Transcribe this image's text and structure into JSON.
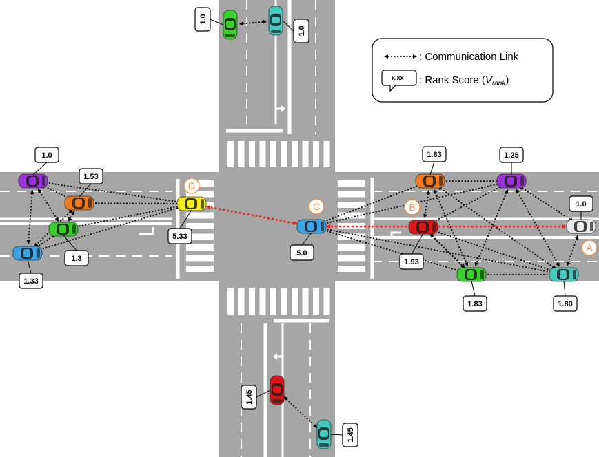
{
  "legend": {
    "comm_link": ": Communication Link",
    "rank_sample": "x.xx",
    "rank_label": ": Rank Score (",
    "rank_var": "V",
    "rank_sub": "rank",
    "rank_close": ")"
  },
  "colors": {
    "road": "#a6a6a6",
    "lane_marking": "#ffffff",
    "link": "#000000",
    "special_link": "#e8231f",
    "letter_accent": "#f08a3c"
  },
  "vehicles": {
    "n_green": {
      "color": "#39d12b",
      "score": "1.0"
    },
    "n_cyan": {
      "color": "#46c9c1",
      "score": "1.0"
    },
    "w_purple": {
      "color": "#9a33d8",
      "score": "1.0"
    },
    "w_orange": {
      "color": "#f07a21",
      "score": "1.53"
    },
    "w_green": {
      "color": "#39d12b",
      "score": "1.3"
    },
    "w_blue": {
      "color": "#3aa3e6",
      "score": "1.33"
    },
    "yellow_d": {
      "color": "#f4ec1c",
      "score": "5.33",
      "letter": "D"
    },
    "blue_c": {
      "color": "#3aa3e6",
      "score": "5.0",
      "letter": "C"
    },
    "e_orange": {
      "color": "#f07a21",
      "score": "1.83"
    },
    "e_purple": {
      "color": "#9a33d8",
      "score": "1.25"
    },
    "red_b": {
      "color": "#d81818",
      "score": "1.93",
      "letter": "B"
    },
    "white_car": {
      "color": "#e8e8e8",
      "score": "1.0"
    },
    "e_green": {
      "color": "#39d12b",
      "score": "1.83"
    },
    "cyan_a": {
      "color": "#46c9c1",
      "score": "1.80",
      "letter": "A"
    },
    "s_red": {
      "color": "#d81818",
      "score": "1.45"
    },
    "s_cyan": {
      "color": "#46c9c1",
      "score": "1.45"
    }
  },
  "turn_arrow_icon": "turn-arrow-icon"
}
